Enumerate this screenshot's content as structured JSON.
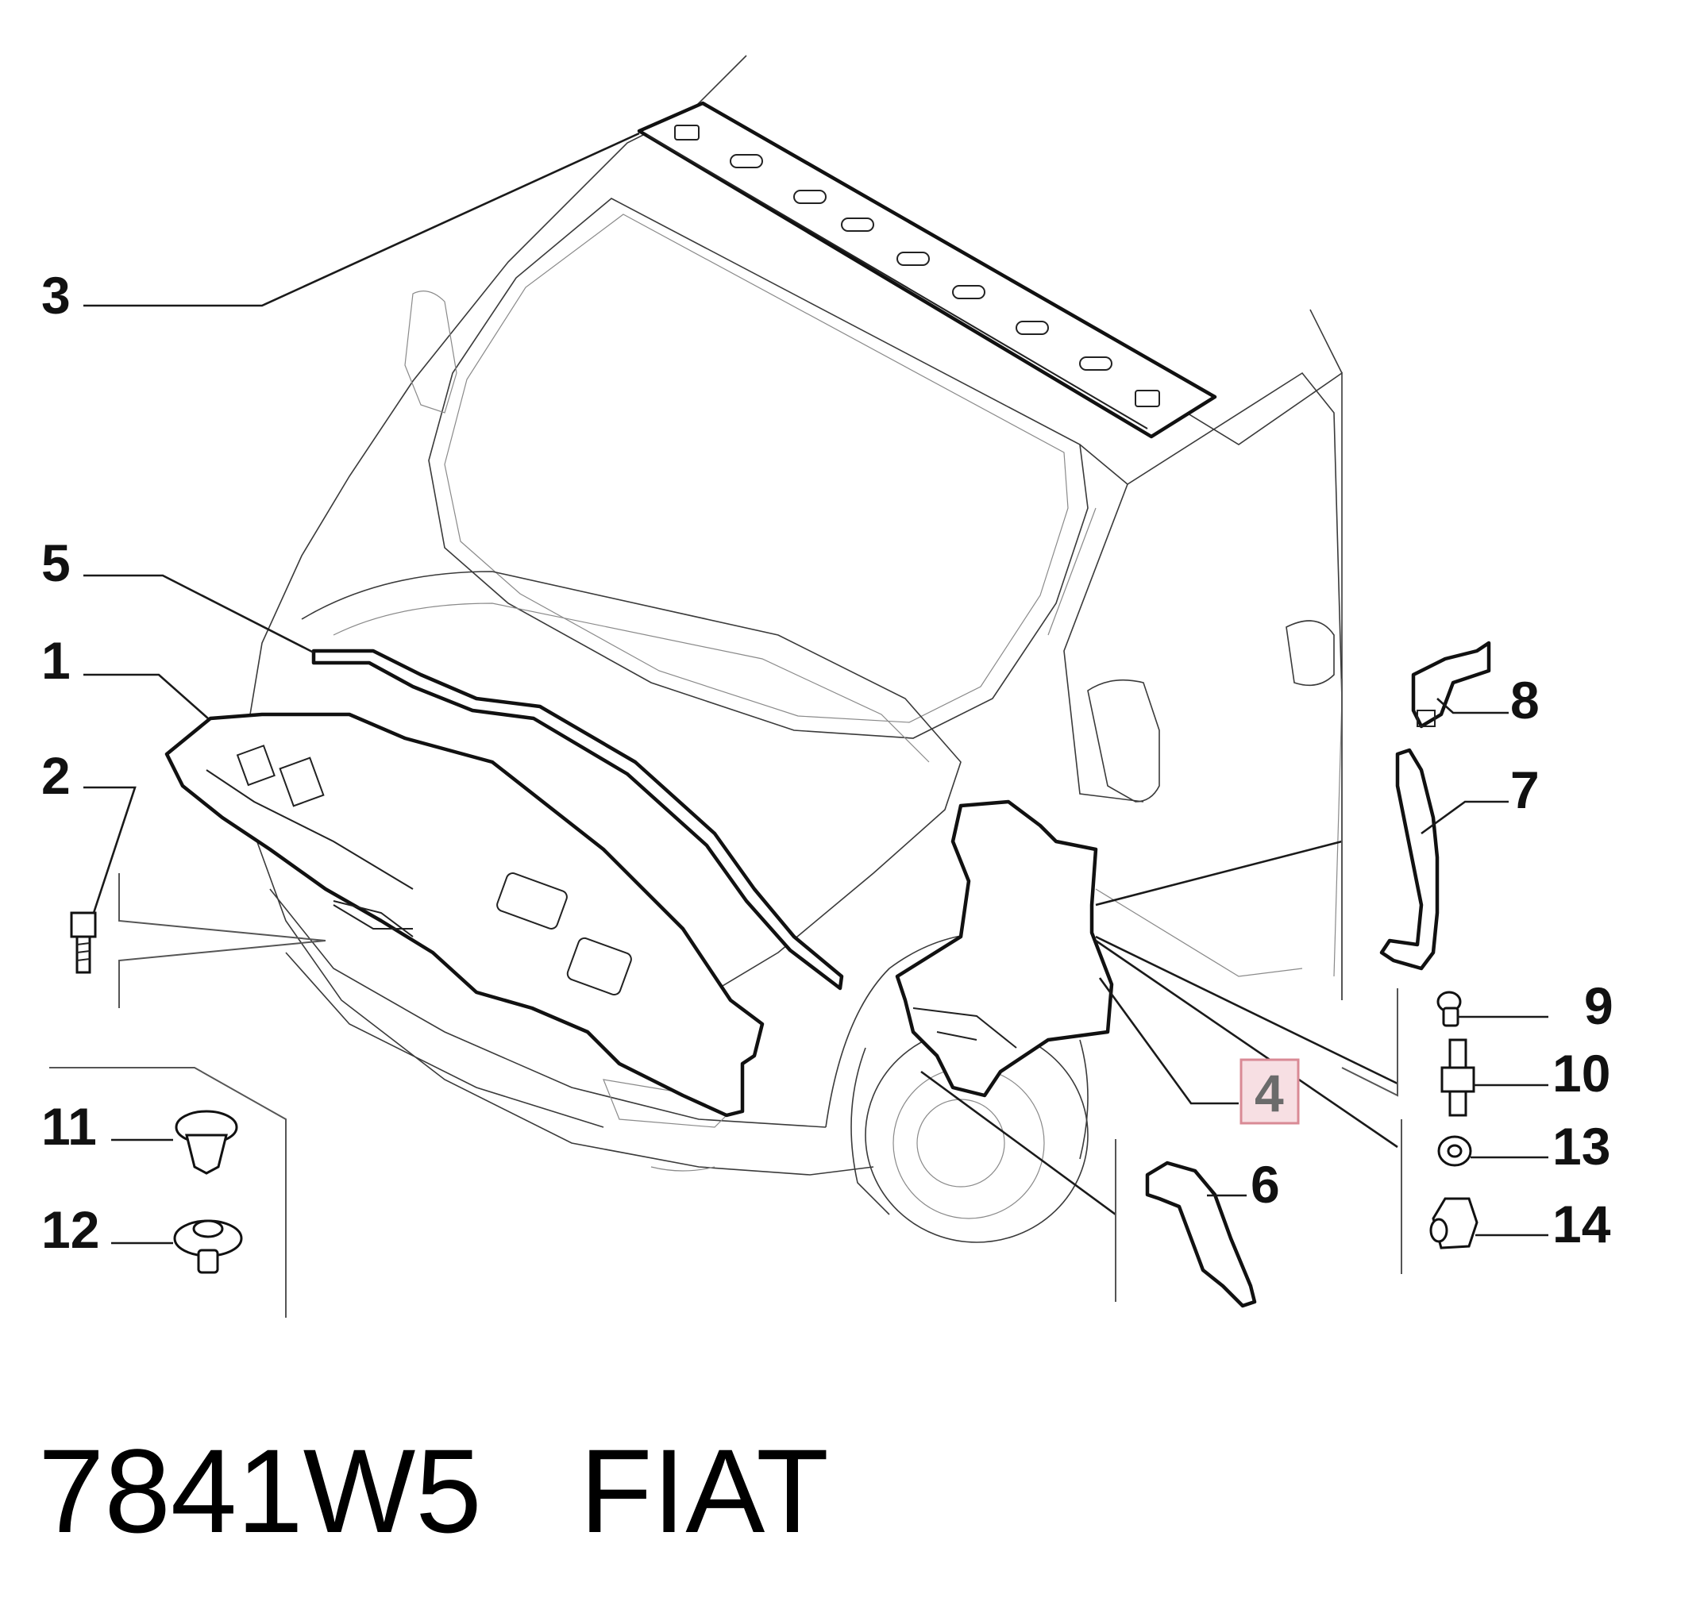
{
  "diagram": {
    "callouts": [
      {
        "id": "1",
        "label": "1"
      },
      {
        "id": "2",
        "label": "2"
      },
      {
        "id": "3",
        "label": "3"
      },
      {
        "id": "4",
        "label": "4",
        "highlighted": true
      },
      {
        "id": "5",
        "label": "5"
      },
      {
        "id": "6",
        "label": "6"
      },
      {
        "id": "7",
        "label": "7"
      },
      {
        "id": "8",
        "label": "8"
      },
      {
        "id": "9",
        "label": "9"
      },
      {
        "id": "10",
        "label": "10"
      },
      {
        "id": "11",
        "label": "11"
      },
      {
        "id": "12",
        "label": "12"
      },
      {
        "id": "13",
        "label": "13"
      },
      {
        "id": "14",
        "label": "14"
      }
    ],
    "highlight_color": "#f7dfe3",
    "highlight_border": "#d98a95"
  },
  "footer": {
    "part_code": "7841W5",
    "brand": "FIAT"
  }
}
